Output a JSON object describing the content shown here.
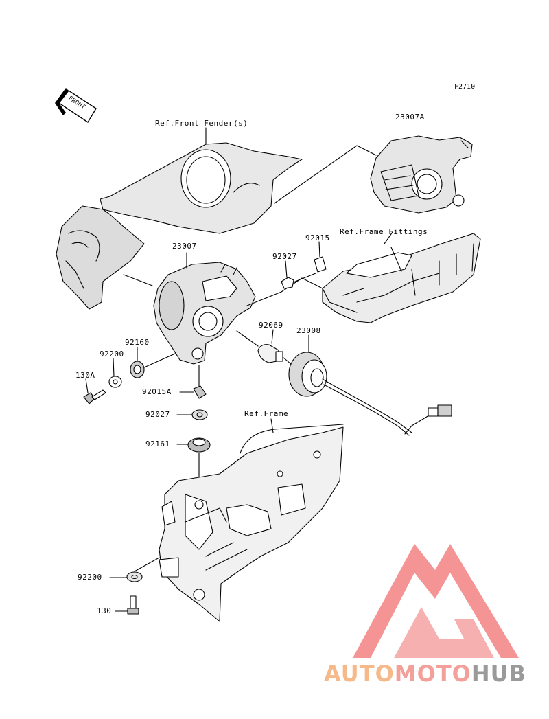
{
  "figure_code": "F2710",
  "direction_tag": "FRONT",
  "reference_labels": {
    "front_fender": "Ref.Front Fender(s)",
    "frame_fittings": "Ref.Frame Fittings",
    "frame": "Ref.Frame"
  },
  "part_numbers": {
    "headlight_upper": "23007A",
    "headlight_lower": "23007",
    "bracket_92015": "92015",
    "collar_92027_upper": "92027",
    "bulb": "92069",
    "socket": "23008",
    "grommet_92160": "92160",
    "washer_92200_upper": "92200",
    "bolt_130a": "130A",
    "nut_92015a": "92015A",
    "collar_92027_lower": "92027",
    "grommet_92161": "92161",
    "washer_92200_lower": "92200",
    "bolt_130": "130"
  },
  "watermark": {
    "auto": "AUTO",
    "moto": "MOTO",
    "hub": "HUB",
    "triangle_color": "#f07070",
    "auto_color": "#f5b98a",
    "hub_color": "#9a9a9a"
  }
}
